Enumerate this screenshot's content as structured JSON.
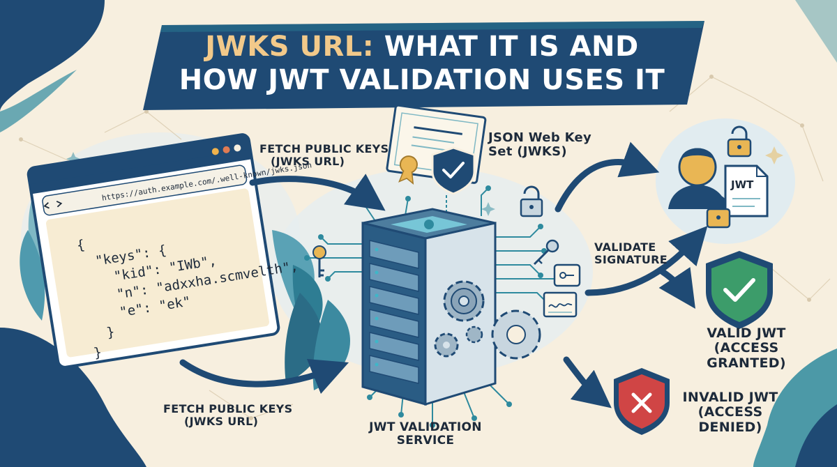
{
  "title": {
    "accent": "JWKS URL:",
    "line1_rest": " WHAT IT IS AND",
    "line2": "HOW JWT VALIDATION USES IT"
  },
  "browser": {
    "url": "https://auth.example.com/.well-known/jwks.json",
    "json_lines": [
      "{",
      "  \"keys\": {",
      "    \"kid\": \"IWb\",",
      "    \"n\": \"adxxha.scmvelth\",",
      "    \"e\": \"ek\"",
      "  }",
      "}"
    ]
  },
  "labels": {
    "fetch_top": [
      "FETCH PUBLIC KEYS",
      "(JWKS URL)"
    ],
    "fetch_bottom": [
      "FETCH PUBLIC KEYS",
      "(JWKS URL)"
    ],
    "jwks": [
      "JSON Web Key",
      "Set (JWKS)"
    ],
    "service": [
      "JWT VALIDATION",
      "SERVICE"
    ],
    "validate": [
      "VALIDATE",
      "SIGNATURE"
    ],
    "jwt_doc": "JWT"
  },
  "outcomes": {
    "valid": {
      "title": "VALID JWT",
      "subtitle": "(Access Granted)"
    },
    "invalid": {
      "title": "INVALID JWT",
      "subtitle": "(Access Denied)"
    }
  },
  "colors": {
    "navy": "#1f4a74",
    "teal": "#2e8a9e",
    "cream": "#f7efdf",
    "gold": "#e9b654",
    "green": "#3c9c6a",
    "red": "#d04545",
    "ink": "#1d2a3a"
  }
}
